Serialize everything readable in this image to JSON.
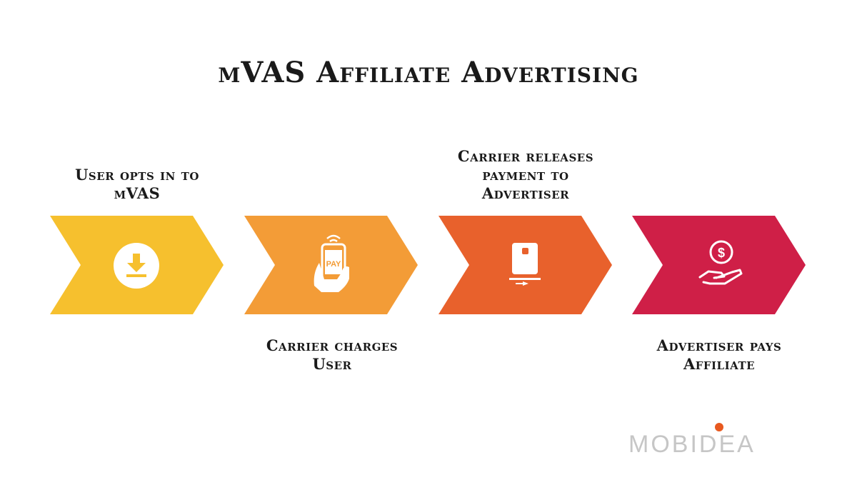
{
  "title": "mVAS Affiliate Advertising",
  "steps": [
    {
      "caption": "User opts in to\nmVAS",
      "color": "#f6c02e",
      "icon": "download-icon"
    },
    {
      "caption": "Carrier charges\nUser",
      "color": "#f39c37",
      "icon": "phone-pay-icon",
      "icon_text": "PAY"
    },
    {
      "caption": "Carrier releases\npayment to\nAdvertiser",
      "color": "#e8612c",
      "icon": "card-terminal-icon"
    },
    {
      "caption": "Advertiser pays\nAffiliate",
      "color": "#cf1f47",
      "icon": "hand-dollar-icon",
      "icon_text": "$"
    }
  ],
  "logo": {
    "text": "MOBIDEA",
    "dot_color": "#e8591f"
  }
}
